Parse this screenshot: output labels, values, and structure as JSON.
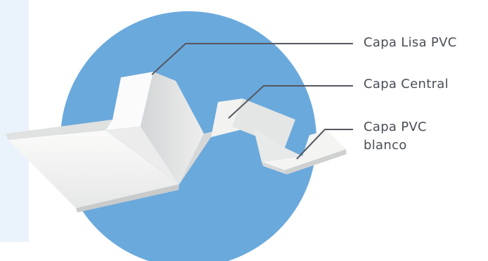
{
  "colors": {
    "side_panel": "#eaf3fb",
    "circle": "#6aa9dc",
    "leader_lines": "#55585f",
    "label_text": "#4a4e57",
    "profile_light": "#f6f6f5",
    "profile_shade": "#d9dbdb"
  },
  "diagram": {
    "subject": "corrugated-pvc-roof-panel-profile",
    "labels": [
      {
        "lines": [
          "Capa Lisa PVC"
        ]
      },
      {
        "lines": [
          "Capa Central"
        ]
      },
      {
        "lines": [
          "Capa PVC",
          "blanco"
        ]
      }
    ]
  }
}
